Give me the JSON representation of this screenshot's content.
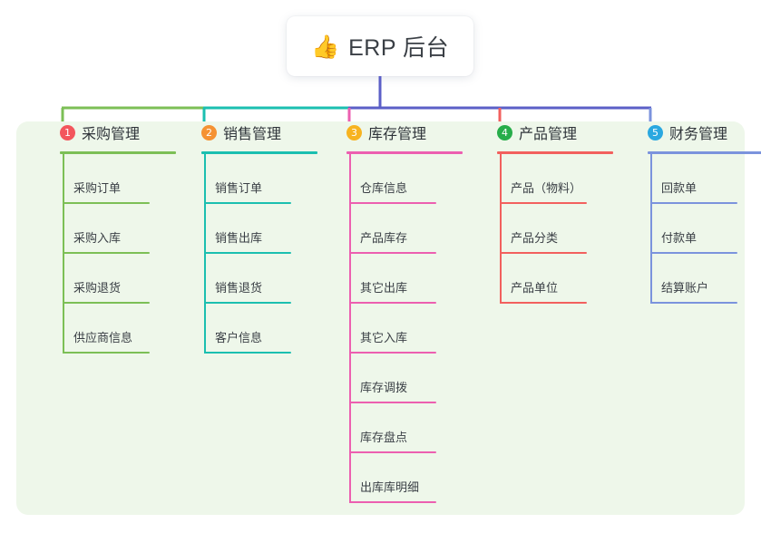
{
  "root": {
    "icon": "thumbs-up-icon",
    "icon_glyph": "👍",
    "title": "ERP 后台"
  },
  "theme": {
    "page_background": "#ffffff",
    "panel_background": "#eef7ea",
    "card_background": "#ffffff",
    "text_color": "#3a3f45",
    "root_connector_color": "#5b5fc7"
  },
  "columns": [
    {
      "number": "1",
      "title": "采购管理",
      "badge_color": "#f3565d",
      "line_color": "#7cbf56",
      "connector_color": "#7cbf56",
      "items": [
        "采购订单",
        "采购入库",
        "采购退货",
        "供应商信息"
      ]
    },
    {
      "number": "2",
      "title": "销售管理",
      "badge_color": "#f59233",
      "line_color": "#1bbfb0",
      "connector_color": "#1bbfb0",
      "items": [
        "销售订单",
        "销售出库",
        "销售退货",
        "客户信息"
      ]
    },
    {
      "number": "3",
      "title": "库存管理",
      "badge_color": "#f7b320",
      "line_color": "#ec5fb0",
      "connector_color": "#ec5fb0",
      "items": [
        "仓库信息",
        "产品库存",
        "其它出库",
        "其它入库",
        "库存调拨",
        "库存盘点",
        "出库库明细"
      ]
    },
    {
      "number": "4",
      "title": "产品管理",
      "badge_color": "#27ad4a",
      "line_color": "#f2605e",
      "connector_color": "#f2605e",
      "items": [
        "产品（物料）",
        "产品分类",
        "产品单位"
      ]
    },
    {
      "number": "5",
      "title": "财务管理",
      "badge_color": "#2aa8e0",
      "line_color": "#7b93dd",
      "connector_color": "#7b93dd",
      "items": [
        "回款单",
        "付款单",
        "结算账户"
      ]
    }
  ]
}
